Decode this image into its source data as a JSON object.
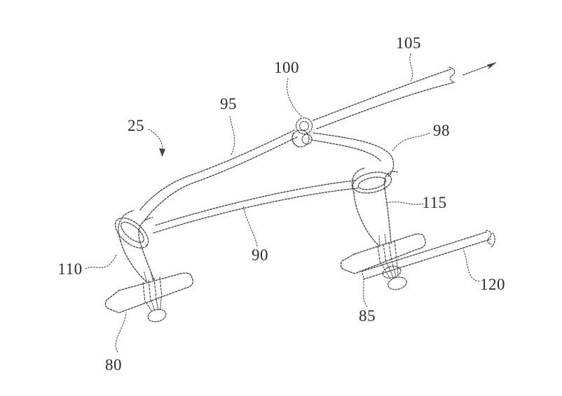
{
  "figure": {
    "background": "#ffffff",
    "ink": "#424242",
    "label_color": "#2b2b2b",
    "reference_labels": {
      "25": "25",
      "80": "80",
      "85": "85",
      "90": "90",
      "95": "95",
      "98": "98",
      "100": "100",
      "105": "105",
      "110": "110",
      "115": "115",
      "120": "120"
    }
  }
}
